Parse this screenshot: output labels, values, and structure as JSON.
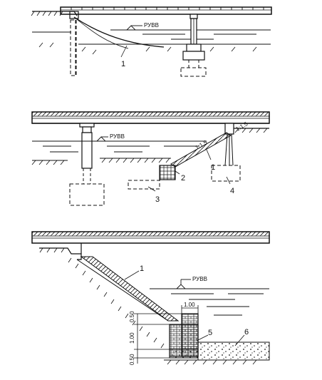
{
  "diagrams": [
    {
      "water_level_label": "РУВВ",
      "callouts": [
        "1"
      ]
    },
    {
      "water_level_label": "РУВВ",
      "callouts": [
        "1",
        "2",
        "3",
        "4"
      ],
      "slope_labels": [
        "1:1.5",
        "1:1.5"
      ]
    },
    {
      "water_level_label": "РУВВ",
      "callouts": [
        "1",
        "5",
        "6"
      ],
      "dimensions": [
        "1.00",
        "0.50",
        "1.00",
        "0.50"
      ]
    }
  ],
  "colors": {
    "ink": "#111111",
    "background": "#ffffff"
  }
}
